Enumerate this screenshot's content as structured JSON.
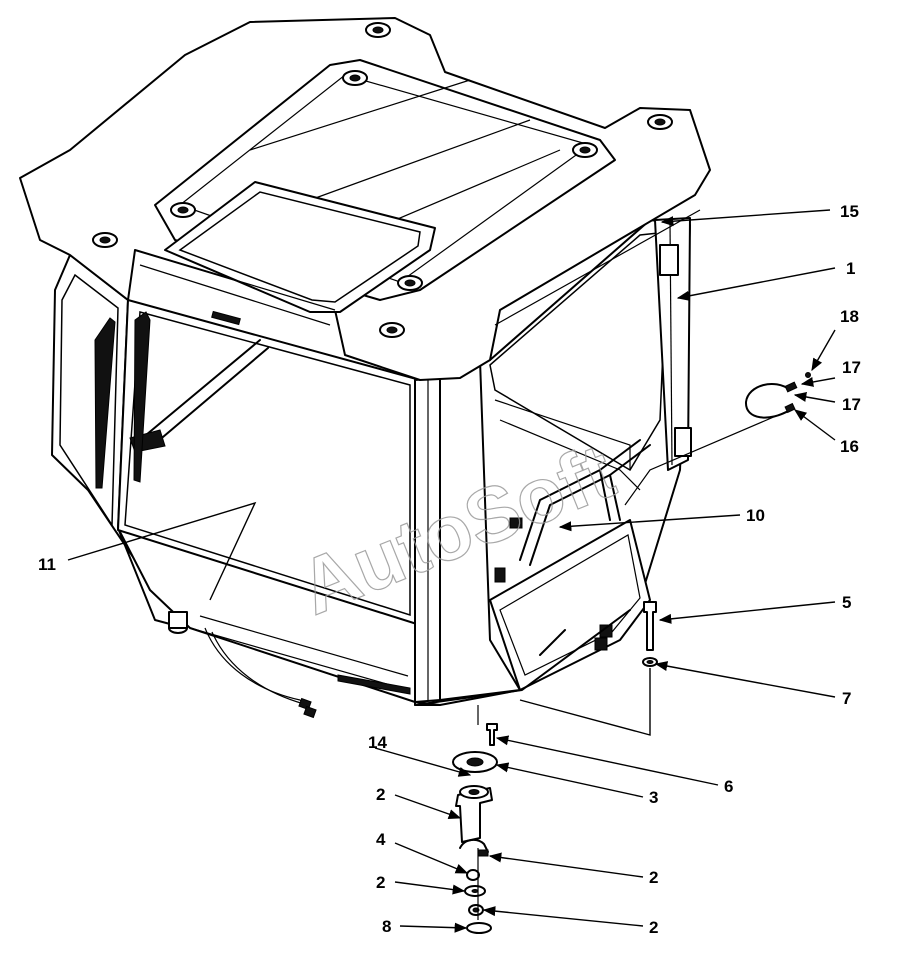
{
  "watermark": "AutoSoft",
  "callouts": [
    {
      "id": "c15",
      "label": "15"
    },
    {
      "id": "c1",
      "label": "1"
    },
    {
      "id": "c18",
      "label": "18"
    },
    {
      "id": "c17a",
      "label": "17"
    },
    {
      "id": "c17b",
      "label": "17"
    },
    {
      "id": "c16",
      "label": "16"
    },
    {
      "id": "c10",
      "label": "10"
    },
    {
      "id": "c11",
      "label": "11"
    },
    {
      "id": "c5",
      "label": "5"
    },
    {
      "id": "c7",
      "label": "7"
    },
    {
      "id": "c6",
      "label": "6"
    },
    {
      "id": "c14",
      "label": "14"
    },
    {
      "id": "c3",
      "label": "3"
    },
    {
      "id": "c2a",
      "label": "2"
    },
    {
      "id": "c2b",
      "label": "2"
    },
    {
      "id": "c4",
      "label": "4"
    },
    {
      "id": "c2c",
      "label": "2"
    },
    {
      "id": "c2d",
      "label": "2"
    },
    {
      "id": "c8",
      "label": "8"
    }
  ]
}
